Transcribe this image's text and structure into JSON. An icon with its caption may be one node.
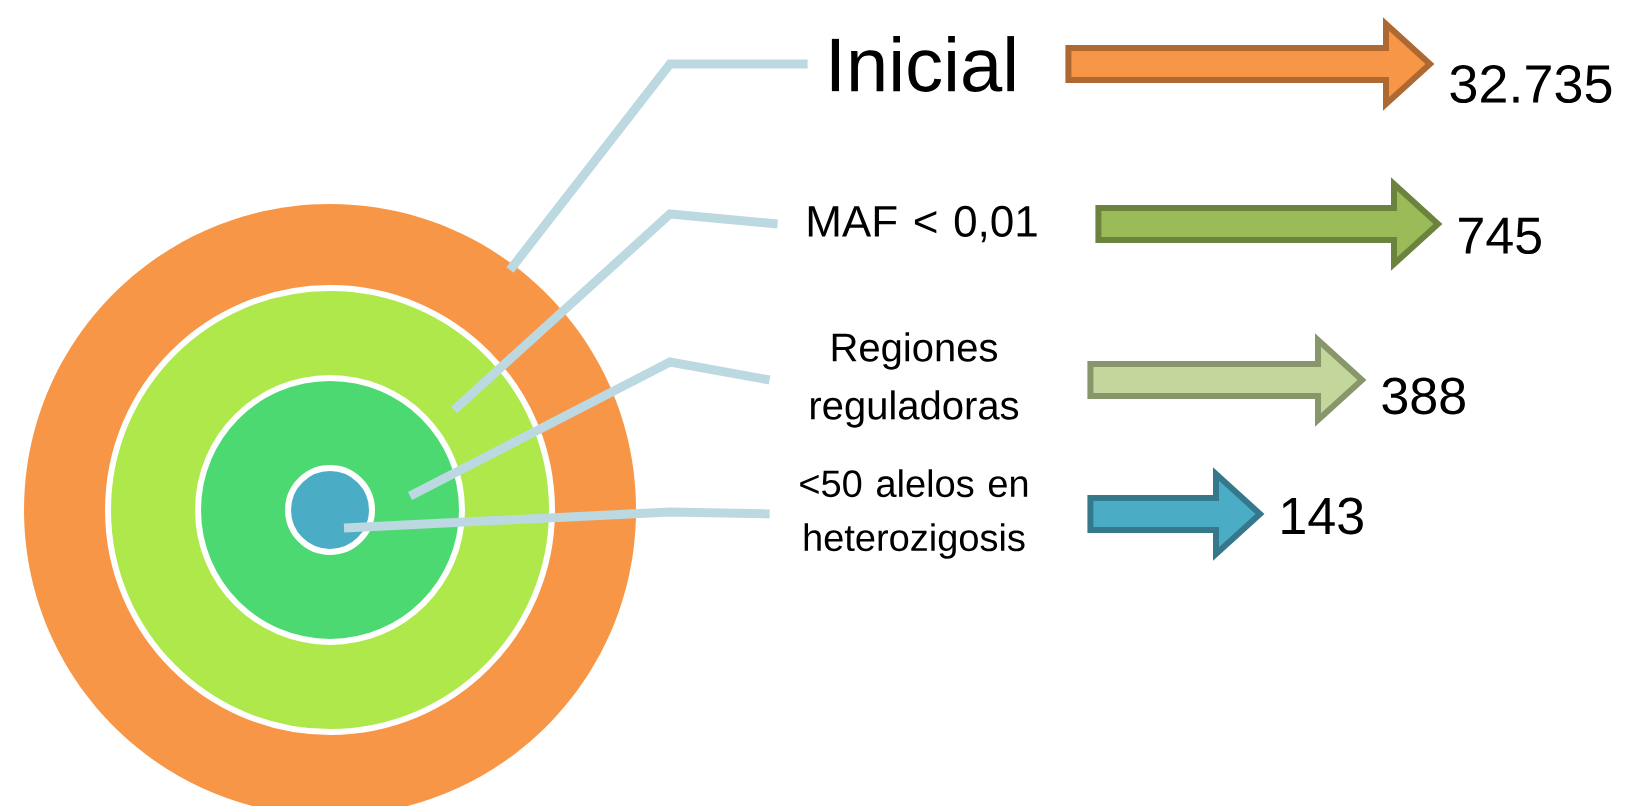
{
  "diagram": {
    "nodes": [
      {
        "text": [],
        "shape": "circle"
      },
      {
        "text": [],
        "shape": "circle",
        "in": 0
      },
      {
        "text": [],
        "shape": "circle",
        "in": 1
      },
      {
        "text": [],
        "shape": "circle",
        "in": 2
      },
      {
        "text": [
          "Inicial"
        ]
      },
      {
        "text": [
          "MAF < 0,01"
        ]
      },
      {
        "text": [
          "Regiones reguladoras"
        ]
      },
      {
        "text": [
          "<50 alelos en heterozigosis"
        ]
      },
      {
        "text": [
          "32.735"
        ]
      },
      {
        "text": [
          "745"
        ]
      },
      {
        "text": [
          "388"
        ]
      },
      {
        "text": [
          "143"
        ]
      }
    ],
    "edges": [
      {
        "from": 4,
        "to": 0,
        "arrow": "none"
      },
      {
        "from": 5,
        "to": 1,
        "arrow": "none"
      },
      {
        "from": 6,
        "to": 2,
        "arrow": "none"
      },
      {
        "from": 7,
        "to": 3,
        "arrow": "none"
      },
      {
        "from": 4,
        "to": 8,
        "arrow": "to",
        "color": "#f79646"
      },
      {
        "from": 5,
        "to": 9,
        "arrow": "to",
        "color": "#9bbb59"
      },
      {
        "from": 6,
        "to": 10,
        "arrow": "to",
        "color": "#c3d69b"
      },
      {
        "from": 7,
        "to": 11,
        "arrow": "to",
        "color": "#4bacc6"
      }
    ]
  }
}
